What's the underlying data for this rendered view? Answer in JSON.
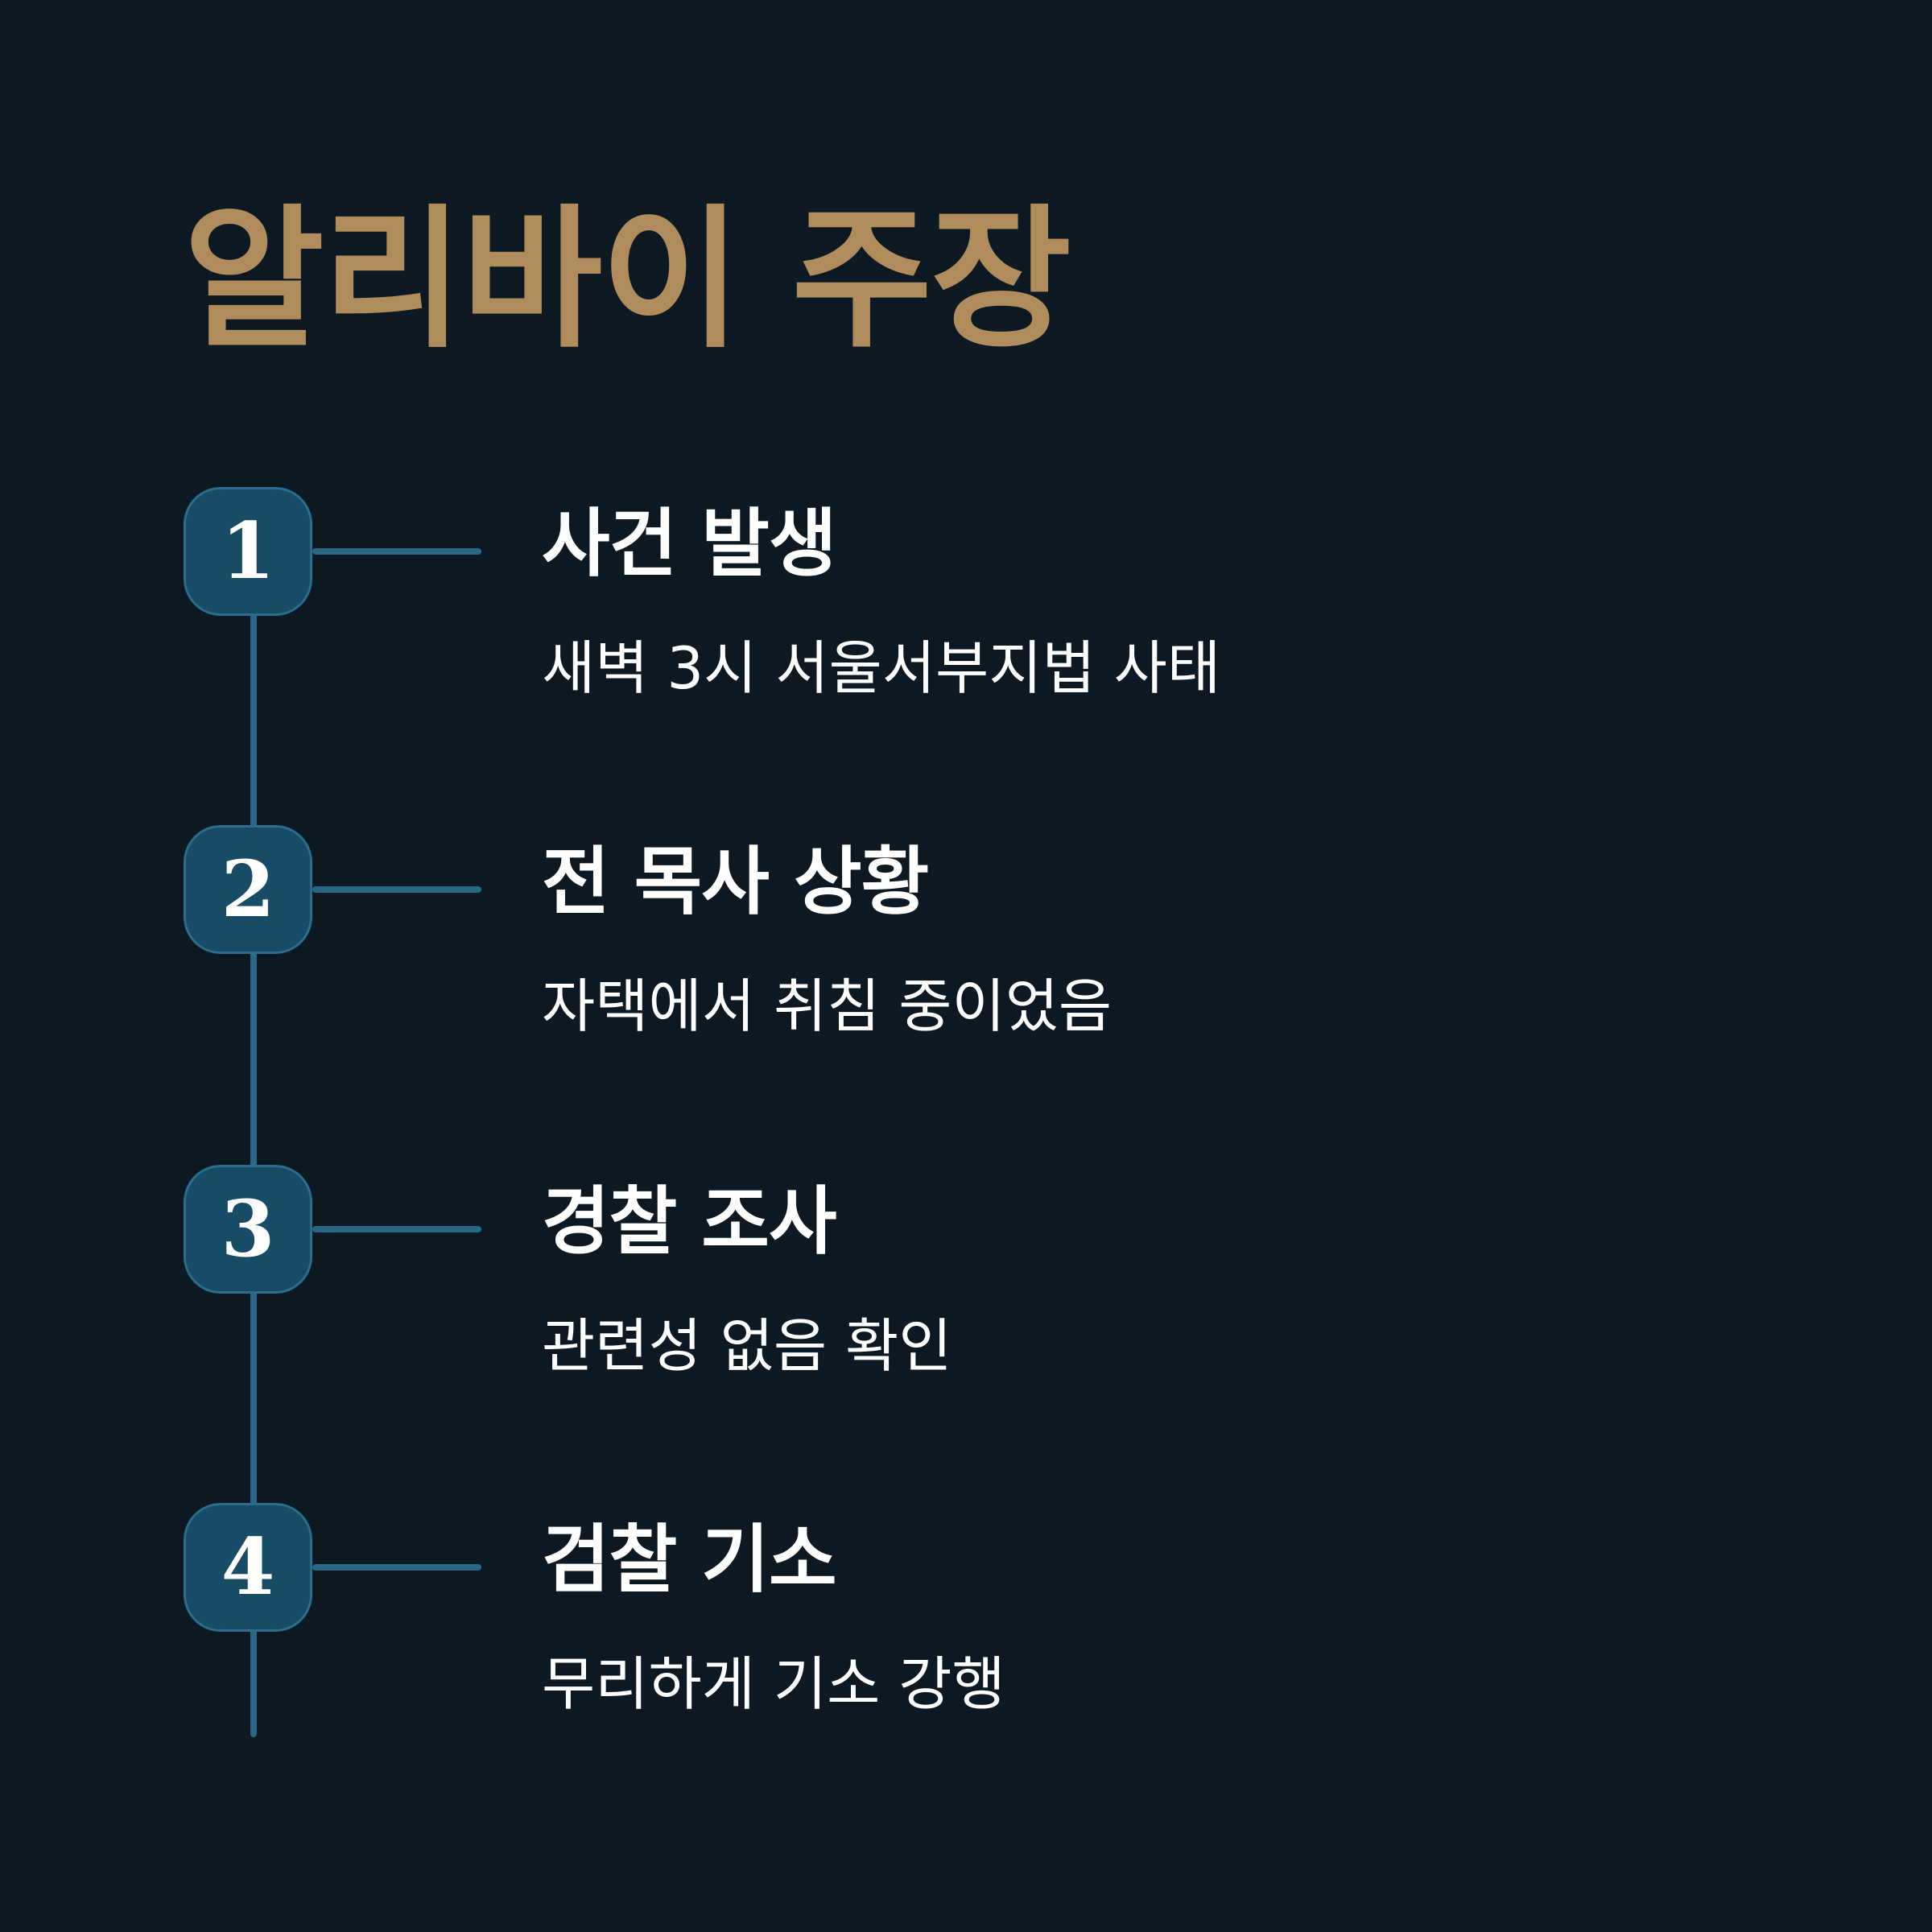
{
  "title": "알리바이 주장",
  "steps": [
    {
      "number": "1",
      "title": "사건 발생",
      "description": "새벽 3시 서울서부지법 사태"
    },
    {
      "number": "2",
      "title": "전 목사 상황",
      "description": "자택에서 취침 중이었음"
    },
    {
      "number": "3",
      "title": "경찰 조사",
      "description": "관련성 없음 확인"
    },
    {
      "number": "4",
      "title": "검찰 기소",
      "description": "무리하게 기소 강행"
    }
  ],
  "colors": {
    "background": "#0c1922",
    "title": "#b08b5b",
    "badge": "#184b66",
    "line": "#2a6785",
    "text": "#ffffff"
  }
}
